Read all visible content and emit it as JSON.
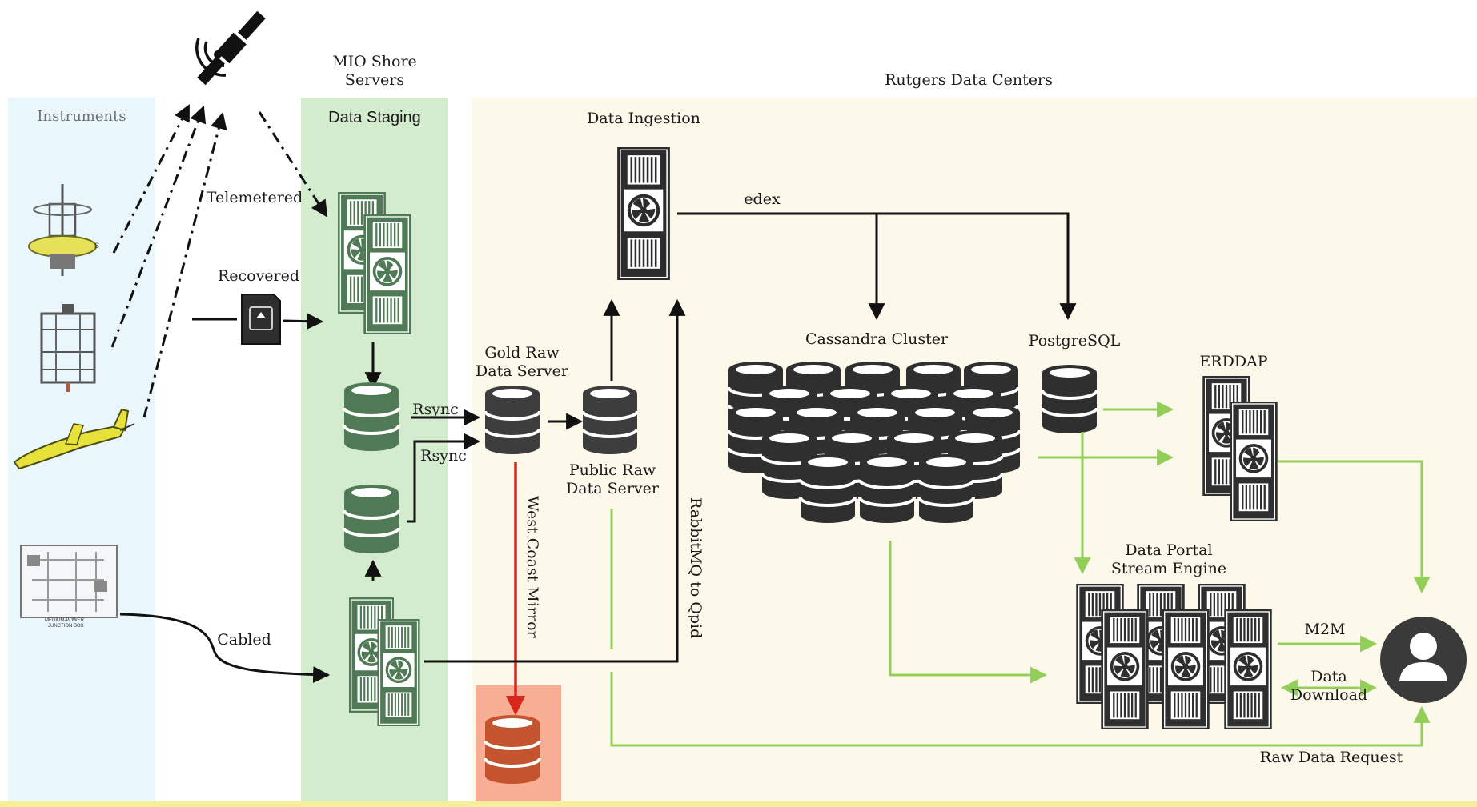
{
  "sections": {
    "instruments": "Instruments",
    "mio_shore_servers": "MIO Shore\nServers",
    "data_staging": "Data Staging",
    "rutgers": "Rutgers Data Centers",
    "data_ingestion": "Data Ingestion"
  },
  "links": {
    "telemetered": "Telemetered",
    "recovered": "Recovered",
    "cabled": "Cabled",
    "rsync_1": "Rsync",
    "rsync_2": "Rsync",
    "edex": "edex",
    "west_coast_mirror": "West Coast Mirror",
    "rabbitmq": "RabbitMQ to Qpid",
    "m2m": "M2M",
    "data_download": "Data\nDownload",
    "raw_data_request": "Raw Data Request"
  },
  "nodes": {
    "gold_raw": "Gold Raw\nData Server",
    "public_raw": "Public Raw\nData Server",
    "cassandra": "Cassandra Cluster",
    "postgresql": "PostgreSQL",
    "erddap": "ERDDAP",
    "data_portal": "Data Portal\nStream Engine"
  },
  "colors": {
    "instruments_bg": "#e9f6fc",
    "staging_bg": "#d4ecce",
    "rutgers_bg": "#fcf8ea",
    "mirror_bg": "#f7ae95",
    "staging_db": "#4f7a55",
    "mirror_db": "#c4542e",
    "green_arrow": "#93cf58",
    "red_arrow": "#d9261c",
    "user": "#3a3a3a"
  },
  "icons": [
    "satellite-icon",
    "sd-card-icon",
    "server-icon",
    "database-icon",
    "user-icon",
    "buoy-icon",
    "profiler-icon",
    "glider-icon",
    "junction-box-icon"
  ]
}
